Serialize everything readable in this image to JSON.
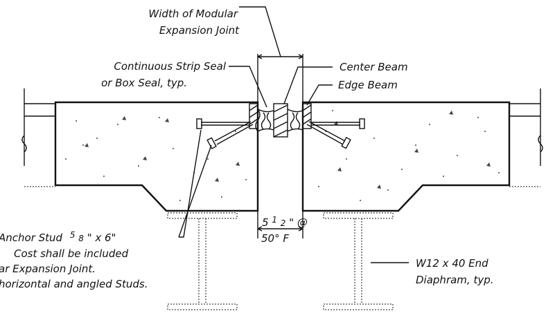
{
  "labels": {
    "joint_width_line1": "Width of Modular",
    "joint_width_line2": "Expansion Joint",
    "strip_seal_line1": "Continuous Strip Seal",
    "strip_seal_line2": "or Box Seal, typ.",
    "center_beam": "Center Beam",
    "edge_beam": "Edge Beam",
    "anchor_line1": "Anchor Stud",
    "anchor_line1_dim": "5",
    "anchor_line1_dim_den": "8",
    "anchor_line1_rest": "\" x 6\"",
    "anchor_line2": "Cost shall be included",
    "anchor_line3": "ar Expansion Joint.",
    "anchor_line4": "horizontal and angled Studs.",
    "gap_dim_whole": "5",
    "gap_dim_num": "1",
    "gap_dim_den": "2",
    "gap_dim_rest": "\" @",
    "gap_temp": "50° F",
    "diaphragm_line1": "W12 x 40 End",
    "diaphragm_line2": "Diaphram, typ."
  }
}
